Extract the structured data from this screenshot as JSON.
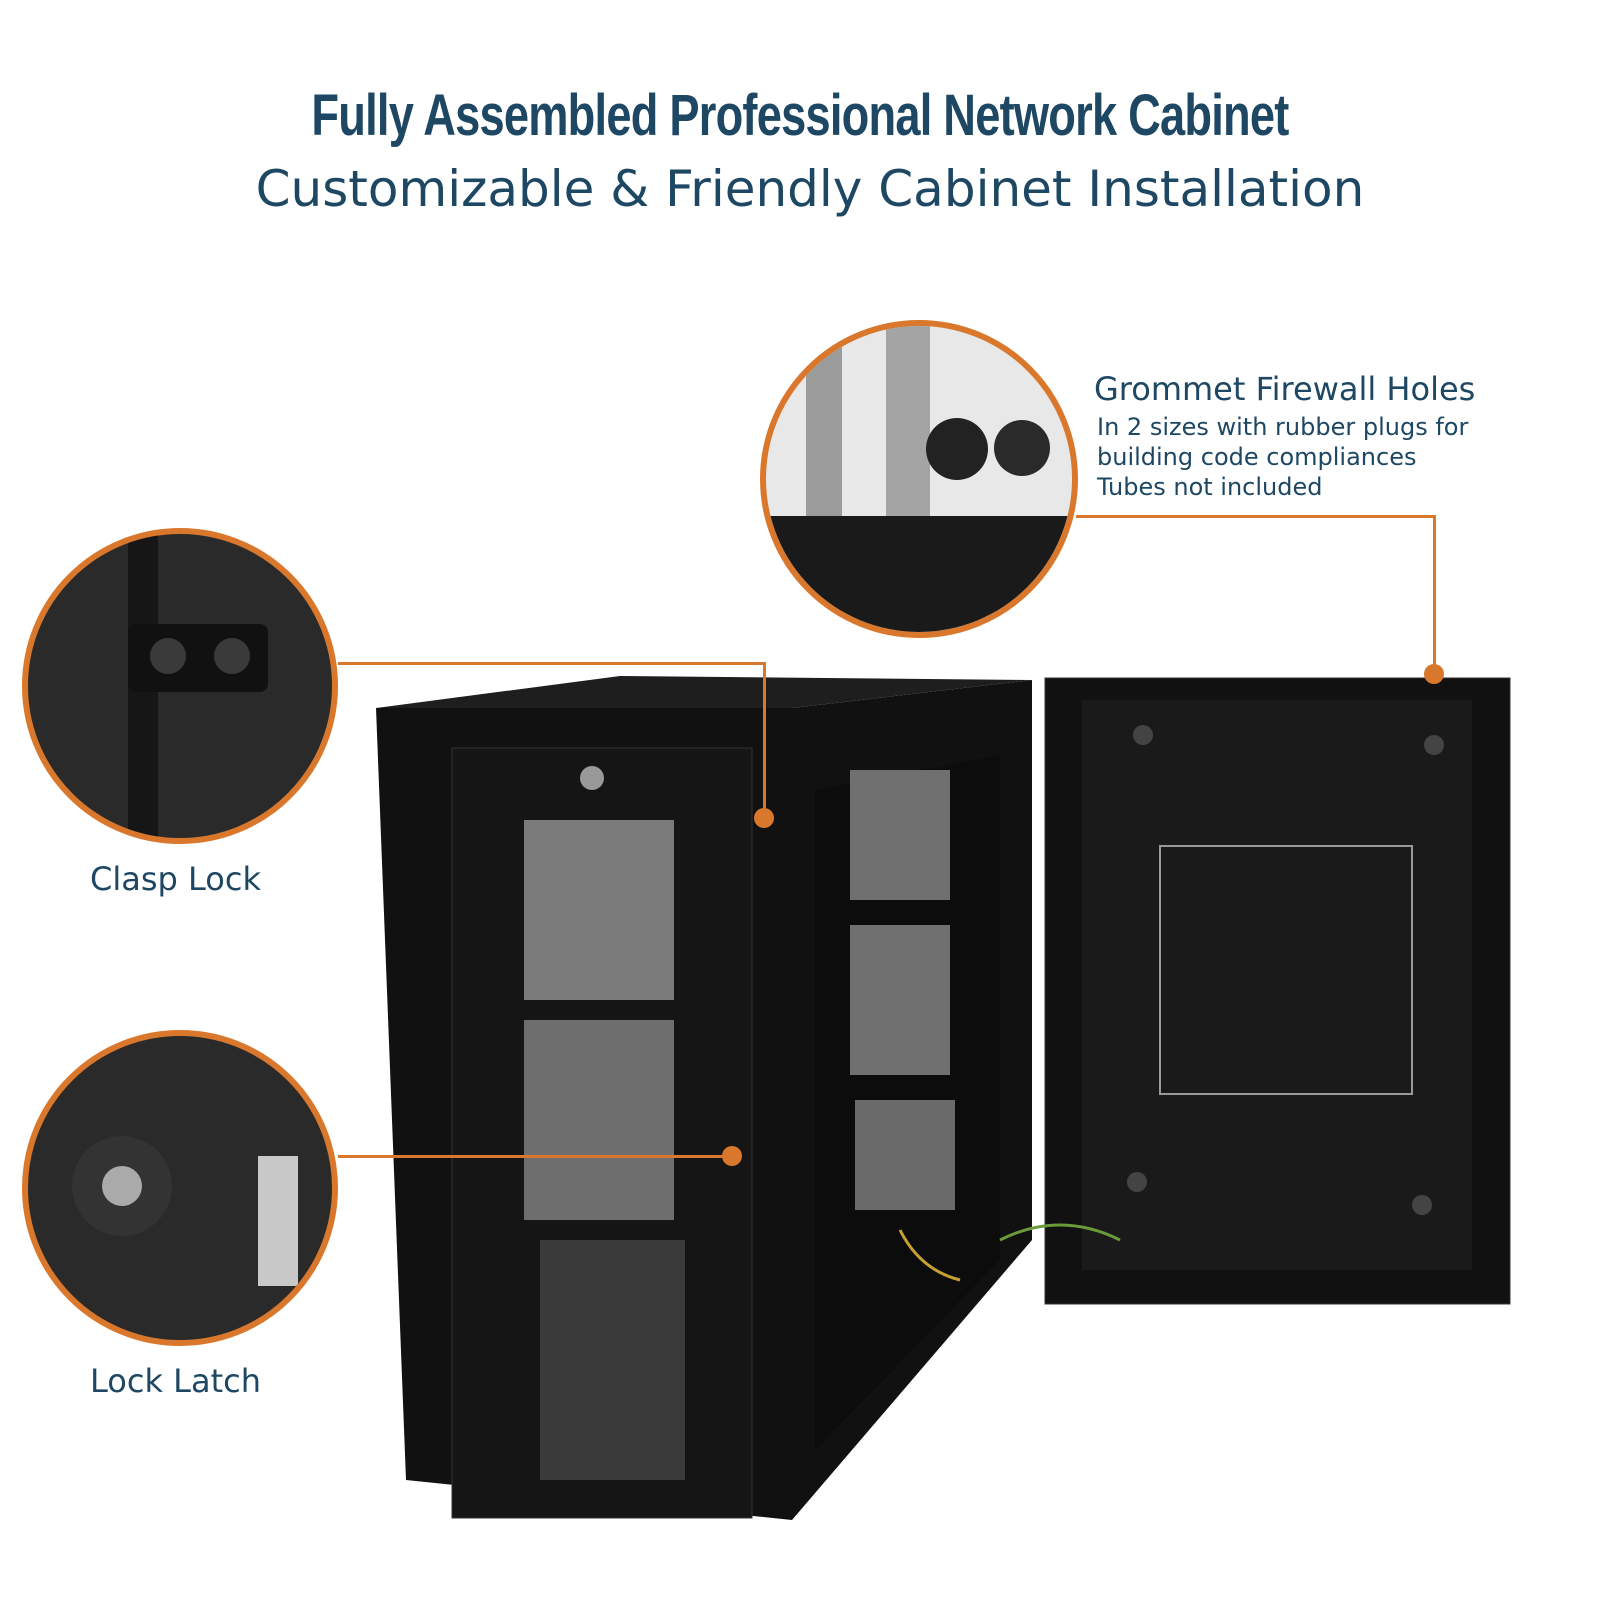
{
  "header": {
    "title": "Fully Assembled Professional Network Cabinet",
    "subtitle": "Customizable & Friendly Cabinet Installation"
  },
  "callouts": {
    "grommet": {
      "title": "Grommet Firewall Holes",
      "lines": [
        "In 2 sizes with rubber plugs for",
        "building code compliances",
        "Tubes not included"
      ]
    },
    "clasp": {
      "title": "Clasp Lock"
    },
    "latch": {
      "title": "Lock Latch"
    }
  },
  "colors": {
    "accent": "#d9782d",
    "text": "#1d4763"
  }
}
